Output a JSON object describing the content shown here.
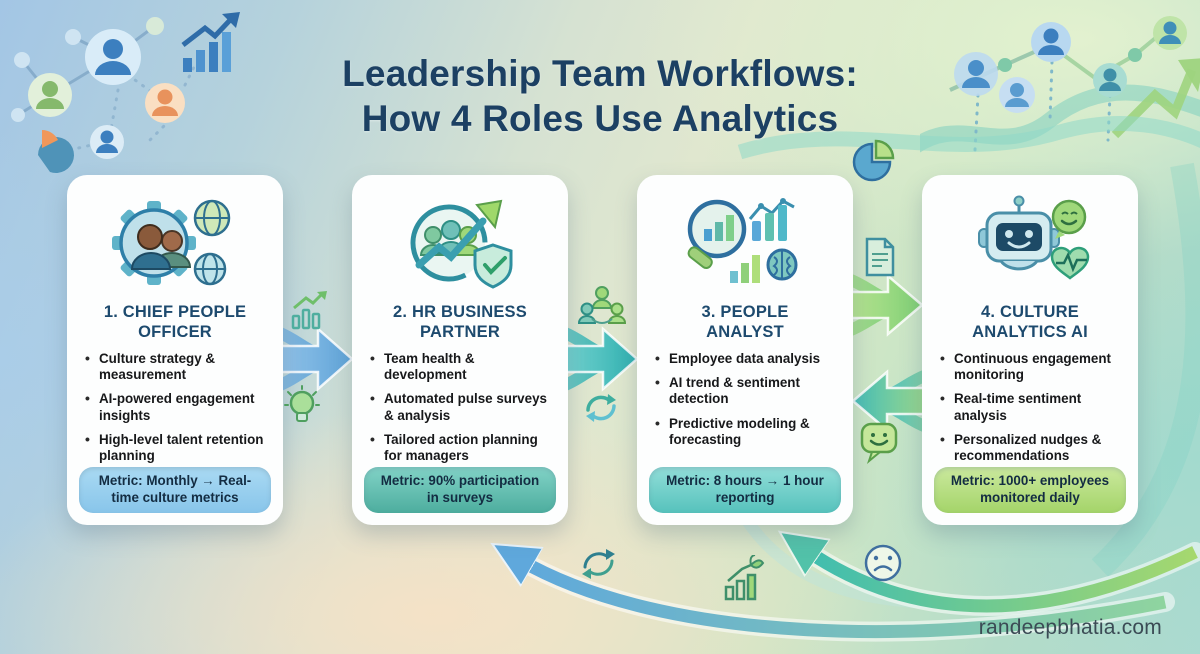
{
  "header": {
    "title_line1": "Leadership Team Workflows:",
    "title_line2": "How 4 Roles Use Analytics"
  },
  "cards": [
    {
      "icon": "gear-people-globe-icon",
      "title": "1. CHIEF PEOPLE OFFICER",
      "bullets": [
        "Culture strategy & measurement",
        "AI-powered engagement insights",
        "High-level talent retention planning"
      ],
      "metric": "Metric: Monthly → Real-time culture metrics",
      "badge_gradient": [
        "#aadaf3",
        "#88c5ea"
      ]
    },
    {
      "icon": "team-growth-shield-icon",
      "title": "2. HR BUSINESS PARTNER",
      "bullets": [
        "Team health & development",
        "Automated pulse surveys & analysis",
        "Tailored action planning for managers"
      ],
      "metric": "Metric: 90% participation in surveys",
      "badge_gradient": [
        "#82d3c7",
        "#4dad9e"
      ]
    },
    {
      "icon": "magnifier-chart-brain-icon",
      "title": "3. PEOPLE ANALYST",
      "bullets": [
        "Employee data analysis",
        "AI trend & sentiment detection",
        "Predictive modeling & forecasting"
      ],
      "metric": "Metric: 8 hours → 1 hour reporting",
      "badge_gradient": [
        "#92ded9",
        "#56c2bc"
      ]
    },
    {
      "icon": "robot-smiley-heart-icon",
      "title": "4. CULTURE ANALYTICS AI",
      "bullets": [
        "Continuous engagement monitoring",
        "Real-time sentiment analysis",
        "Personalized nudges & recommendations"
      ],
      "metric": "Metric: 1000+ employees monitored daily",
      "badge_gradient": [
        "#cbe99e",
        "#a4d469"
      ]
    }
  ],
  "footer": {
    "watermark": "randeepbhatia.com"
  },
  "icons": {
    "bar-chart-up-icon": "📈",
    "lightbulb-icon": "💡",
    "team-network-icon": "👥",
    "refresh-cycle-icon": "🔄",
    "pie-chart-icon": "◔",
    "document-icon": "📄",
    "smiley-bubble-icon": "🙂",
    "growth-plant-chart-icon": "🌱",
    "sad-face-icon": "🙁",
    "people-network-cluster-icon": "👥",
    "trend-avatars-cluster-icon": "📈"
  },
  "colors": {
    "title": "#1c4063",
    "card_title": "#1d4a6e",
    "body_text": "#17181a",
    "arrow_blue": "#6fb3e2",
    "arrow_teal": "#3fbdbd",
    "arrow_green": "#9bd97f",
    "watermark": "#3b4b55"
  }
}
